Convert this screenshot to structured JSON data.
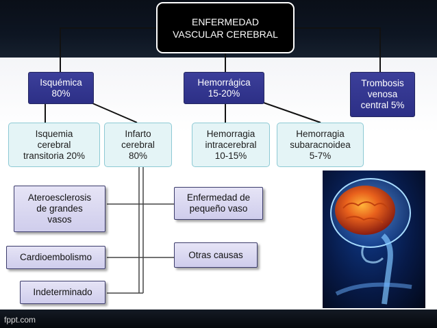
{
  "root": "ENFERMEDAD\nVASCULAR CEREBRAL",
  "categories": {
    "isquemica": "Isquémica\n80%",
    "hemorragica": "Hemorrágica\n15-20%",
    "trombosis": "Trombosis\nvenosa\ncentral 5%"
  },
  "subtypes": {
    "isquemia_transitoria": "Isquemia\ncerebral\ntransitoria 20%",
    "infarto_cerebral": "Infarto\ncerebral\n80%",
    "hemorragia_intracerebral": "Hemorragia\nintracerebral\n10-15%",
    "hemorragia_subaracnoidea": "Hemorragia\nsubaracnoidea\n5-7%"
  },
  "causes": {
    "ateroesclerosis": "Ateroesclerosis\nde grandes\nvasos",
    "pequeno_vaso": "Enfermedad de\npequeño vaso",
    "cardioembolismo": "Cardioembolismo",
    "otras": "Otras causas",
    "indeterminado": "Indeterminado"
  },
  "footer": "fppt.com",
  "colors": {
    "category_fill": "#2f3288",
    "subtype_fill": "#e4f4f6",
    "cause_fill": "#dcdaf2",
    "root_fill": "#000000"
  }
}
